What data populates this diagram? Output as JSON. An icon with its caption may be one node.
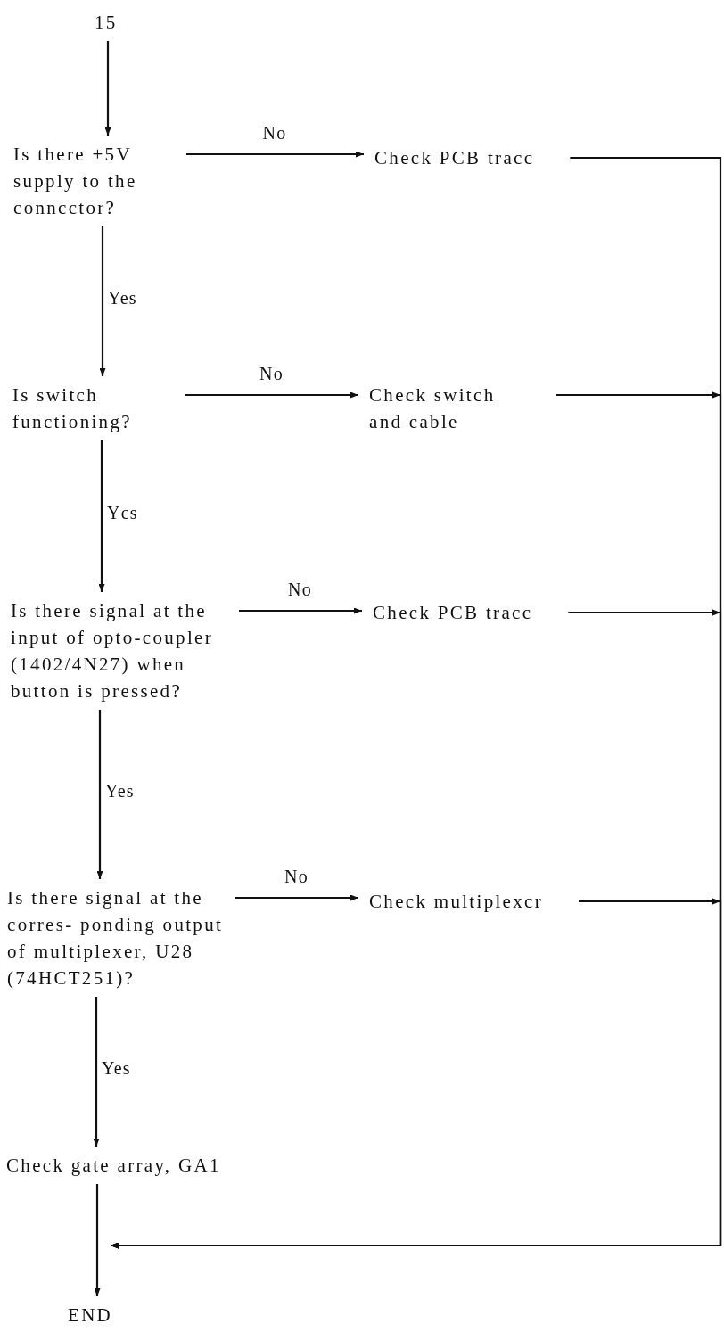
{
  "diagram": {
    "nodes": [
      {
        "text": [
          "15"
        ]
      },
      {
        "text": [
          "Is there +5V supply to the conncctor?"
        ]
      },
      {
        "text": [
          "Check PCB tracc"
        ]
      },
      {
        "text": [
          "Is switch functioning?"
        ]
      },
      {
        "text": [
          "Check switch and cable"
        ]
      },
      {
        "text": [
          "Is there signal at the input of opto-coupler (1402/4N27) when button is pressed?"
        ]
      },
      {
        "text": [
          "Check PCB tracc"
        ]
      },
      {
        "text": [
          "Is there signal at the corres- ponding output of multiplexer, U28 (74HCT251)?"
        ]
      },
      {
        "text": [
          "Check multiplexcr"
        ]
      },
      {
        "text": [
          "Check gate array, GA1"
        ]
      },
      {
        "text": [
          "END"
        ]
      }
    ],
    "edges": [
      {
        "from": 0,
        "to": 1,
        "arrow": "to"
      },
      {
        "from": 1,
        "to": 2,
        "arrow": "to",
        "label": "No"
      },
      {
        "from": 1,
        "to": 3,
        "arrow": "to",
        "label": "Yes"
      },
      {
        "from": 3,
        "to": 4,
        "arrow": "to",
        "label": "No"
      },
      {
        "from": 3,
        "to": 5,
        "arrow": "to",
        "label": "Ycs"
      },
      {
        "from": 5,
        "to": 6,
        "arrow": "to",
        "label": "No"
      },
      {
        "from": 5,
        "to": 7,
        "arrow": "to",
        "label": "Yes"
      },
      {
        "from": 7,
        "to": 8,
        "arrow": "to",
        "label": "No"
      },
      {
        "from": 7,
        "to": 9,
        "arrow": "to",
        "label": "Yes"
      },
      {
        "from": 9,
        "to": 10,
        "arrow": "to"
      },
      {
        "from": 2,
        "to": 10,
        "arrow": "to"
      },
      {
        "from": 4,
        "to": 10,
        "arrow": "to"
      },
      {
        "from": 6,
        "to": 10,
        "arrow": "to"
      },
      {
        "from": 8,
        "to": 10,
        "arrow": "to"
      }
    ]
  }
}
